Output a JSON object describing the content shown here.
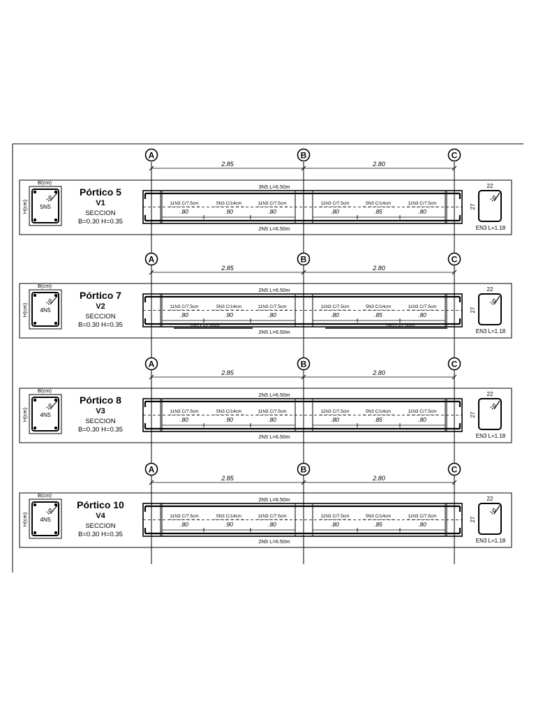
{
  "axis_labels": [
    "A",
    "B",
    "C"
  ],
  "span_lengths": [
    "2.85",
    "2.80"
  ],
  "labels": {
    "b_dim": "B(cm)",
    "h_dim": "H(cm)",
    "section_word": "SECCION",
    "section_size": "B=0.30 H=0.35",
    "stirrup_tag": "1Ø",
    "stirrup_width": "22",
    "stirrup_height": "27",
    "stirrup_spec": "EN3 L=1.18"
  },
  "stirrup_specs": [
    "11N3 C/7.5cm",
    "5N3 C/14cm",
    "11N3 C/7.5cm",
    "11N3 C/7.5cm",
    "5N3 C/14cm",
    "11N3 C/7.5cm"
  ],
  "stirrup_lengths": [
    ".80",
    ".90",
    ".80",
    ".80",
    ".85",
    ".80"
  ],
  "beams": [
    {
      "portico": "Pórtico 5",
      "code": "V1",
      "section_bars": "5N5",
      "top_bar": "3N5 L=6.50m",
      "bottom_bar": "2N5 L=6.50m",
      "extra_bar": ""
    },
    {
      "portico": "Pórtico 7",
      "code": "V2",
      "section_bars": "4N5",
      "top_bar": "2N5 L=6.50m",
      "bottom_bar": "2N5 L=6.50m",
      "extra_bar": "1N5 L=2.00m"
    },
    {
      "portico": "Pórtico 8",
      "code": "V3",
      "section_bars": "4N5",
      "top_bar": "2N5 L=6.50m",
      "bottom_bar": "2N5 L=6.50m",
      "extra_bar": ""
    },
    {
      "portico": "Pórtico 10",
      "code": "V4",
      "section_bars": "4N5",
      "top_bar": "2N5 L=6.50m",
      "bottom_bar": "2N5 L=6.50m",
      "extra_bar": ""
    }
  ]
}
